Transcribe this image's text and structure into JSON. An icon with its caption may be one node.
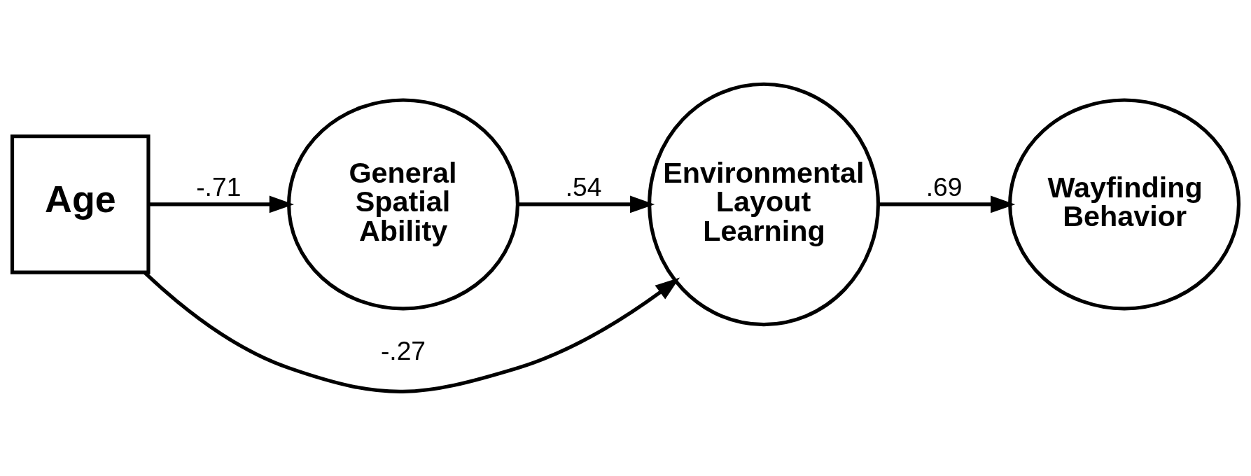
{
  "diagram": {
    "nodes": [
      {
        "text": [
          "Age"
        ]
      },
      {
        "text": [
          "General Spatial Ability"
        ]
      },
      {
        "text": [
          "Environmental Layout Learning"
        ]
      },
      {
        "text": [
          "Wayfinding Behavior"
        ]
      }
    ],
    "edges": [
      {
        "from": 0,
        "to": 1,
        "arrow": "to",
        "label": "-.71"
      },
      {
        "from": 1,
        "to": 2,
        "arrow": "to",
        "label": ".54"
      },
      {
        "from": 2,
        "to": 3,
        "arrow": "to",
        "label": ".69"
      },
      {
        "from": 0,
        "to": 2,
        "arrow": "to",
        "label": "-.27"
      }
    ]
  }
}
